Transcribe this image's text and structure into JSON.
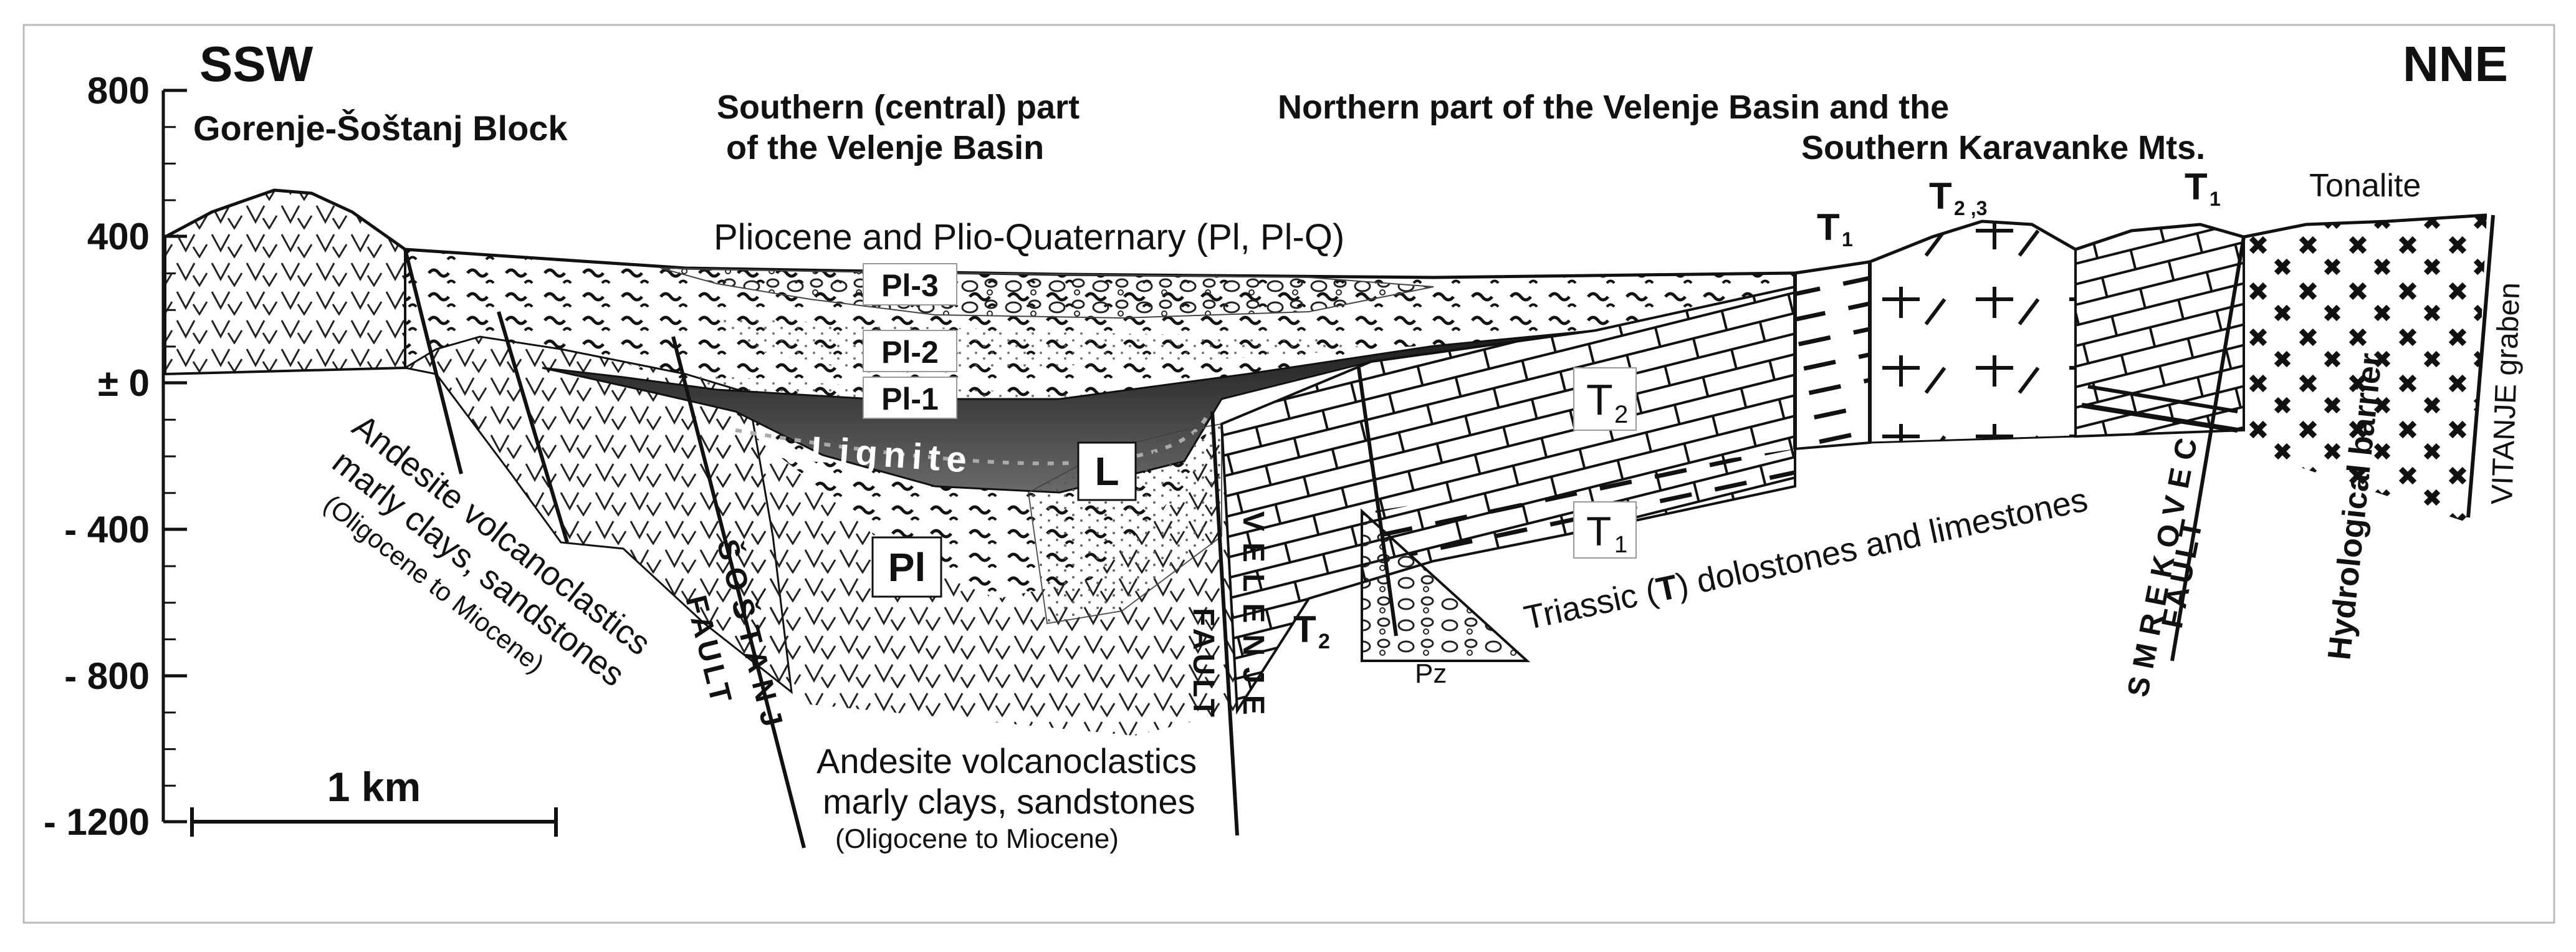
{
  "axis": {
    "ticks": [
      "800",
      "400",
      "± 0",
      "- 400",
      "- 800",
      "- 1200"
    ]
  },
  "directions": {
    "left": "SSW",
    "right": "NNE"
  },
  "regions": {
    "block": "Gorenje-Šoštanj Block",
    "southern_1": "Southern (central) part",
    "southern_2": "of the Velenje Basin",
    "northern_1": "Northern part of the Velenje Basin and the",
    "northern_2": "Southern Karavanke Mts."
  },
  "labels": {
    "pliocene": "Pliocene and Plio-Quaternary (Pl, Pl-Q)",
    "pl3": "Pl-3",
    "pl2": "Pl-2",
    "pl1": "Pl-1",
    "lignite": "Lignite",
    "l": "L",
    "pl": "Pl",
    "t2": "T",
    "t2_sub": "2",
    "t1": "T",
    "t1_sub": "1",
    "t23_sub": "2 ,3",
    "pz": "Pz",
    "tonalite": "Tonalite",
    "triassic_a": "Triassic (",
    "triassic_t": "T",
    "triassic_b": ")  dolostones and limestones",
    "hydro": "Hydrological barrier",
    "vitanje": "VITANJE graben",
    "andesite_left": [
      "Andesite volcanoclastics",
      "marly clays, sandstones",
      "(Oligocene to Miocene)"
    ],
    "andesite_bottom": [
      "Andesite volcanoclastics",
      "marly clays, sandstones",
      "(Oligocene to Miocene)"
    ]
  },
  "faults": {
    "sostanj": [
      "ŠOŠTANJ",
      "FAULT"
    ],
    "velenje": [
      "VELENJE",
      "FAULT"
    ],
    "smrekovec": [
      "SMREKOVEC",
      "FAULT"
    ]
  },
  "scale": {
    "label": "1 km"
  }
}
